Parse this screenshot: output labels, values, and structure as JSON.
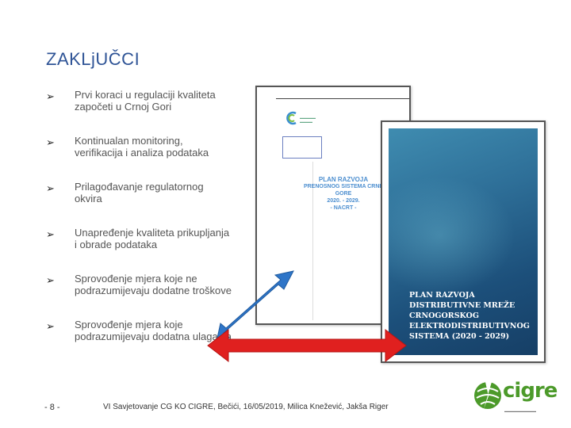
{
  "slide": {
    "title": "ZAKLjUČCI",
    "bullet_glyph": "➢",
    "bullets": [
      {
        "line1": "Prvi koraci u regulaciji kvaliteta",
        "line2": "započeti u Crnoj Gori"
      },
      {
        "line1": "Kontinualan monitoring,",
        "line2": "verifikacija i analiza podataka"
      },
      {
        "line1": "Prilagođavanje regulatornog",
        "line2": "okvira"
      },
      {
        "line1": "Unapređenje kvaliteta prikupljanja",
        "line2": "i obrade podataka"
      },
      {
        "line1": "Sprovođenje mjera koje ne",
        "line2": "podrazumijevaju dodatne troškove"
      },
      {
        "line1": "Sprovođenje mjera koje",
        "line2": "podrazumijevaju dodatna ulaganja"
      }
    ],
    "page_number": "- 8 -",
    "footer": "VI Savjetovanje CG KO CIGRE, Bečići, 16/05/2019, Milica Knežević, Jakša Riger"
  },
  "document_1": {
    "plan_lines": [
      "PLAN RAZVOJA",
      "PRENOSNOG SISTEMA CRNE GORE",
      "2020. - 2029.",
      "- NACRT -"
    ]
  },
  "document_2": {
    "cover_lines": [
      "PLAN RAZVOJA",
      "DISTRIBUTIVNE MREŽE",
      "CRNOGORSKOG",
      "ELEKTRODISTRIBUTIVNOG",
      "SISTEMA (2020 - 2029)"
    ]
  },
  "logo": {
    "text": "cigre",
    "brand_color": "#4c9a2a"
  },
  "colors": {
    "title": "#2f5496",
    "blue_arrow": "#2e75c8",
    "red_arrow": "#e0201f",
    "cover_blue": "#1c4f7a"
  },
  "icons": [
    "bullet-arrow-icon",
    "double-arrow-icon",
    "cigre-globe-icon"
  ]
}
